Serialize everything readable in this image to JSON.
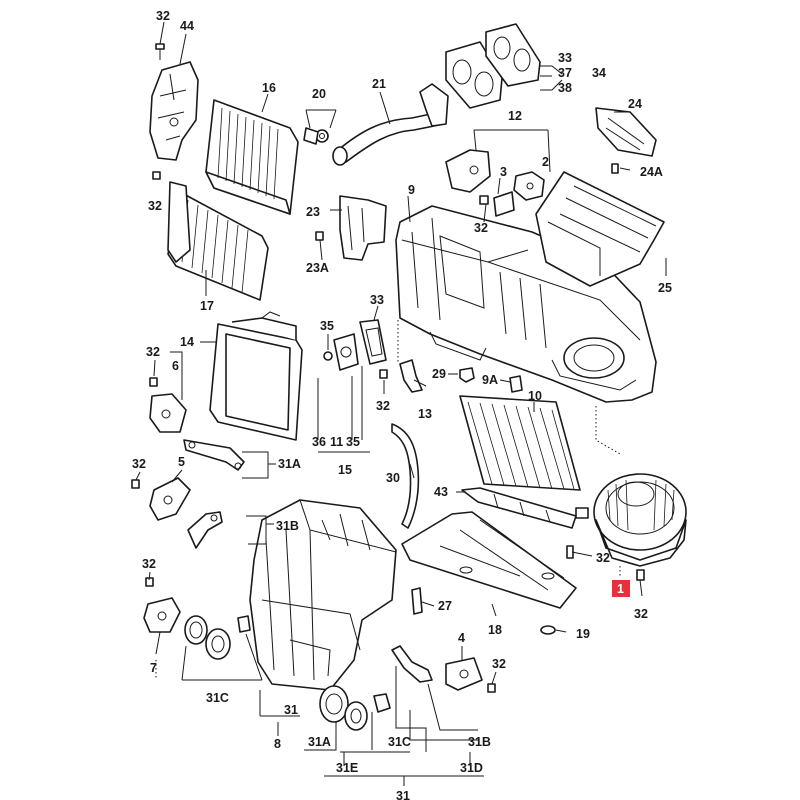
{
  "highlight": {
    "label": "1",
    "color": "#e8303b"
  },
  "callouts": {
    "c32a": "32",
    "c44": "44",
    "c16": "16",
    "c20": "20",
    "c21": "21",
    "c33a": "33",
    "c37": "37",
    "c38": "38",
    "c34": "34",
    "c24": "24",
    "c12": "12",
    "c3": "3",
    "c2": "2",
    "c24a": "24A",
    "c32b": "32",
    "c9": "9",
    "c23": "23",
    "c32c": "32",
    "c23a": "23A",
    "c17": "17",
    "c25": "25",
    "c33b": "33",
    "c35a": "35",
    "c14": "14",
    "c32d": "32",
    "c6": "6",
    "c29": "29",
    "c9a": "9A",
    "c32e": "32",
    "c13": "13",
    "c10": "10",
    "c36": "36",
    "c11": "11",
    "c35b": "35",
    "c15": "15",
    "c32f": "32",
    "c5": "5",
    "c31a_top": "31A",
    "c30": "30",
    "c43": "43",
    "c31b_top": "31B",
    "c32g": "32",
    "c32h": "32",
    "c32i": "32",
    "c27": "27",
    "c18": "18",
    "c19": "19",
    "c4": "4",
    "c32j": "32",
    "c7": "7",
    "c31c_left": "31C",
    "c31_mid": "31",
    "c8": "8",
    "c31a_bot": "31A",
    "c31c_bot": "31C",
    "c31b_bot": "31B",
    "c31e": "31E",
    "c31d": "31D",
    "c31_bot": "31"
  },
  "colors": {
    "line": "#1a1a1a",
    "highlight": "#e8303b"
  }
}
